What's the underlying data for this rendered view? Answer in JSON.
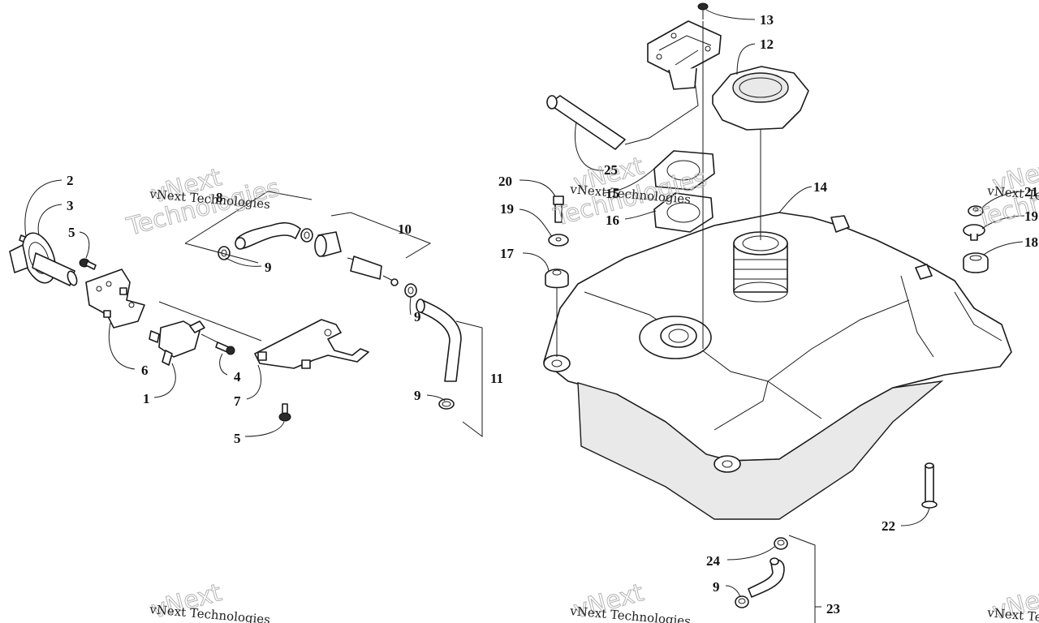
{
  "diagram": {
    "title": "Fuel tank assembly exploded view",
    "callouts": [
      {
        "id": "c1",
        "label": "1"
      },
      {
        "id": "c2",
        "label": "2"
      },
      {
        "id": "c3",
        "label": "3"
      },
      {
        "id": "c4",
        "label": "4"
      },
      {
        "id": "c5a",
        "label": "5"
      },
      {
        "id": "c5b",
        "label": "5"
      },
      {
        "id": "c6",
        "label": "6"
      },
      {
        "id": "c7",
        "label": "7"
      },
      {
        "id": "c8",
        "label": "8"
      },
      {
        "id": "c9a",
        "label": "9"
      },
      {
        "id": "c9b",
        "label": "9"
      },
      {
        "id": "c9c",
        "label": "9"
      },
      {
        "id": "c9d",
        "label": "9"
      },
      {
        "id": "c10",
        "label": "10"
      },
      {
        "id": "c11",
        "label": "11"
      },
      {
        "id": "c12",
        "label": "12"
      },
      {
        "id": "c13",
        "label": "13"
      },
      {
        "id": "c14",
        "label": "14"
      },
      {
        "id": "c15",
        "label": "15"
      },
      {
        "id": "c16",
        "label": "16"
      },
      {
        "id": "c17",
        "label": "17"
      },
      {
        "id": "c18",
        "label": "18"
      },
      {
        "id": "c19a",
        "label": "19"
      },
      {
        "id": "c19b",
        "label": "19"
      },
      {
        "id": "c20",
        "label": "20"
      },
      {
        "id": "c21",
        "label": "21"
      },
      {
        "id": "c22",
        "label": "22"
      },
      {
        "id": "c23",
        "label": "23"
      },
      {
        "id": "c24",
        "label": "24"
      },
      {
        "id": "c25",
        "label": "25"
      }
    ]
  },
  "watermark": {
    "small_text": "vNext Technologies",
    "big_line1": "vNext",
    "big_line2": "Technologies"
  }
}
